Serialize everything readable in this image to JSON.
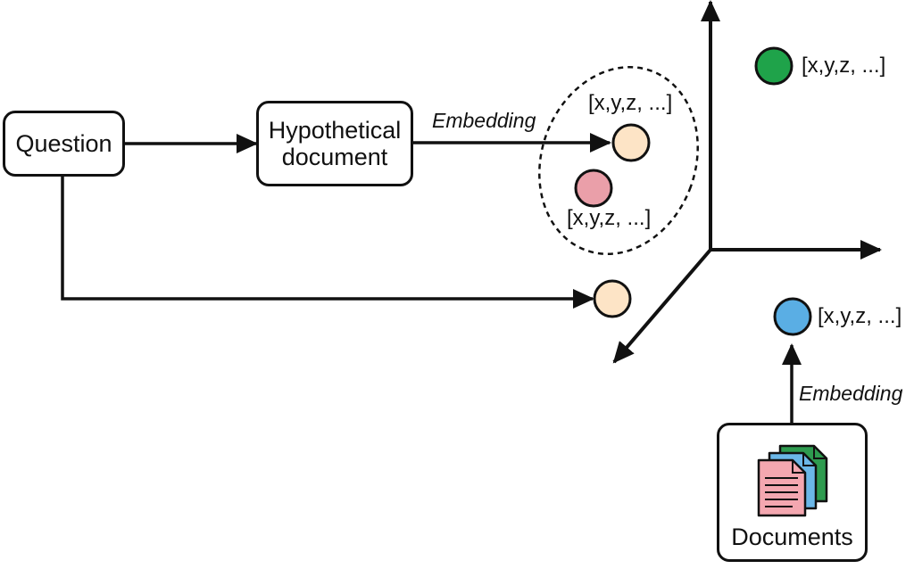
{
  "question_box": {
    "label": "Question"
  },
  "hypothetical_box": {
    "label_line1": "Hypothetical",
    "label_line2": "document"
  },
  "documents_box": {
    "label": "Documents"
  },
  "edge_labels": {
    "embedding_top": "Embedding",
    "embedding_docs": "Embedding"
  },
  "vectors": {
    "hypothetical": "[x,y,z, ...]",
    "question": "[x,y,z, ...]",
    "green": "[x,y,z, ...]",
    "blue": "[x,y,z, ...]"
  },
  "colors": {
    "stroke": "#111111",
    "hypothetical_point": "#fde4c6",
    "question_point": "#fde4c6",
    "retrieved_point": "#ea9fa9",
    "green_point": "#1fa34a",
    "blue_point": "#5aaee4",
    "doc_pink": "#f4a7b0",
    "doc_blue": "#6bb7e8",
    "doc_green": "#2e9b4f"
  }
}
